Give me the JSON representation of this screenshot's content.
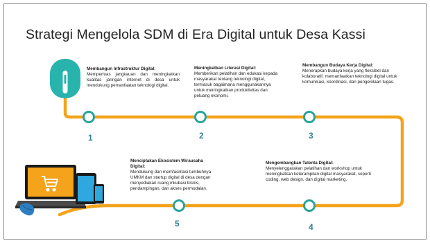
{
  "title": "Strategi Mengelola SDM di Era Digital untuk Desa Kassi",
  "steps": [
    {
      "number": "1",
      "heading": "Membangun Infrastruktur Digital:",
      "text": "Memperluas jangkauan dan meningkatkan kualitas jaringan internet di desa untuk mendukung pemanfaatan teknologi digital."
    },
    {
      "number": "2",
      "heading": "Meningkatkan Literasi Digital:",
      "text": "Memberikan pelatihan dan edukasi kepada masyarakat tentang teknologi digital, termasuk bagaimana menggunakannya untuk meningkatkan produktivitas dan peluang ekonomi."
    },
    {
      "number": "3",
      "heading": "Membangun Budaya Kerja Digital:",
      "text": "Menerapkan budaya kerja yang fleksibel dan kolaboratif, memanfaatkan teknologi digital untuk komunikasi, koordinasi, dan pengelolaan tugas."
    },
    {
      "number": "4",
      "heading": "Mengembangkan Talenta Digital:",
      "text": "Menyelenggarakan pelatihan dan workshop untuk meningkatkan keterampilan digital masyarakat, seperti coding, web design, dan digital marketing."
    },
    {
      "number": "5",
      "heading": "Menciptakan Ekosistem Wirausaha Digital:",
      "text": "Mendukung dan memfasilitasi tumbuhnya UMKM dan startup digital di desa dengan menyediakan ruang inkubasi bisnis, pendampingan, dan akses permodalan."
    }
  ],
  "colors": {
    "path": "#f4a31a",
    "ring": "#2aa39a",
    "number": "#2f7f93",
    "mouse": "#29b3ad",
    "screen": "#f4a31a"
  },
  "icons": [
    "mouse-icon",
    "laptop-icon",
    "tablet-icon",
    "phone-icon",
    "shopping-cart-icon",
    "computer-mouse-icon"
  ]
}
